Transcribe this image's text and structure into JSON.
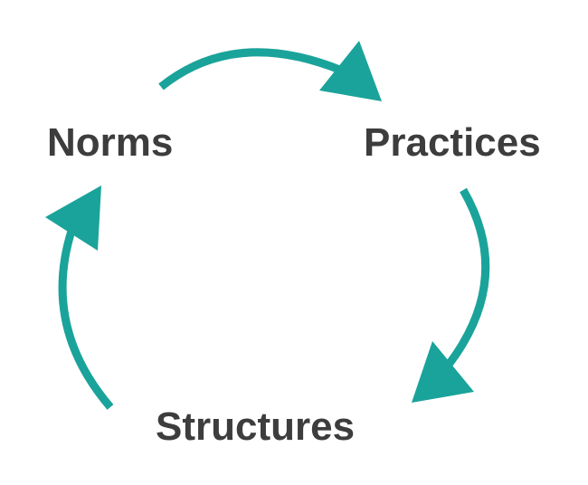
{
  "diagram": {
    "nodes": [
      {
        "id": "norms",
        "label": "Norms"
      },
      {
        "id": "practices",
        "label": "Practices"
      },
      {
        "id": "structures",
        "label": "Structures"
      }
    ],
    "edges": [
      {
        "from": "norms",
        "to": "practices"
      },
      {
        "from": "practices",
        "to": "structures"
      },
      {
        "from": "structures",
        "to": "norms"
      }
    ],
    "colors": {
      "arrow": "#1aa39a",
      "text": "#3d3d3d",
      "background": "#ffffff"
    }
  }
}
